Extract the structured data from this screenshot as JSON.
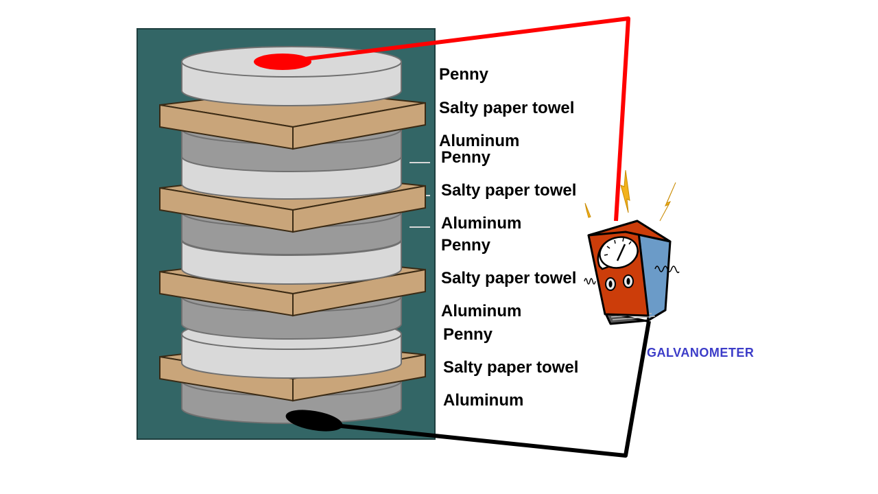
{
  "labels": [
    "Penny",
    "Salty paper towel",
    "Aluminum",
    "Penny",
    "Salty paper towel",
    "Aluminum",
    "Penny",
    "Salty paper towel",
    "Aluminum",
    "Penny",
    "Salty paper towel",
    "Aluminum"
  ],
  "galvanometer_label": "GALVANOMETER",
  "colors": {
    "background_panel": "#336666",
    "penny": "#d9d9d9",
    "aluminum": "#9a9a9a",
    "paper_towel": "#c9a57a",
    "positive_wire": "#ff0000",
    "negative_wire": "#000000",
    "meter_front": "#cc3d0a",
    "meter_side": "#6b9bc8",
    "spark": "#f2b21c",
    "galvanometer_text": "#3c3cc8"
  }
}
